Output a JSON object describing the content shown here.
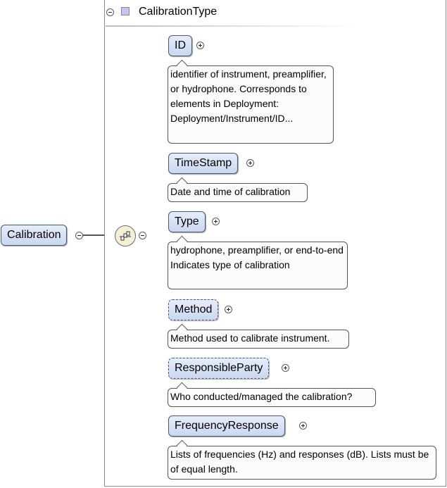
{
  "root": {
    "label": "Calibration"
  },
  "complex_type": {
    "name": "CalibrationType"
  },
  "compositor": {
    "kind": "sequence",
    "icon": "sequence-icon"
  },
  "elements": [
    {
      "id": "id",
      "label": "ID",
      "optional": false,
      "doc": "identifier of instrument, preamplifier, or hydrophone. Corresponds to elements in Deployment: Deployment/Instrument/ID..."
    },
    {
      "id": "timestamp",
      "label": "TimeStamp",
      "optional": false,
      "doc": "Date and time of calibration"
    },
    {
      "id": "type",
      "label": "Type",
      "optional": false,
      "doc": "hydrophone, preamplifier, or end-to-end Indicates type of calibration"
    },
    {
      "id": "method",
      "label": "Method",
      "optional": true,
      "doc": "Method used to calibrate instrument."
    },
    {
      "id": "responsibleparty",
      "label": "ResponsibleParty",
      "optional": true,
      "doc": "Who conducted/managed the calibration?"
    },
    {
      "id": "frequencyresponse",
      "label": "FrequencyResponse",
      "optional": false,
      "doc": "Lists of frequencies (Hz) and responses (dB). Lists must be of equal length."
    }
  ],
  "colors": {
    "node_fill": "#d4e0f5",
    "node_border": "#4a5a6e",
    "type_icon": "#c9c3e6"
  }
}
